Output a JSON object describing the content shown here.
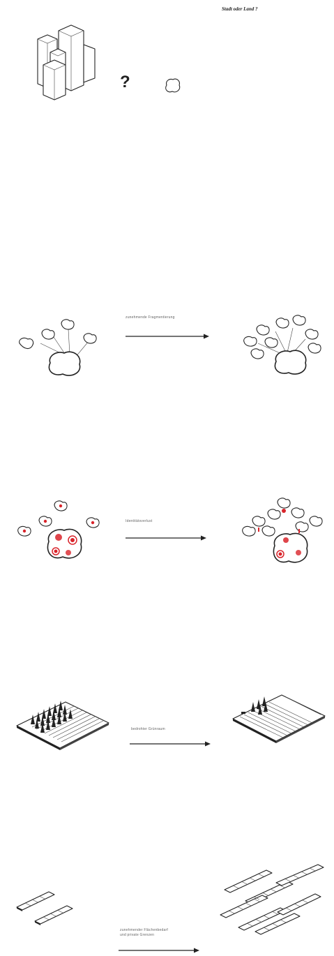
{
  "header": {
    "title": "Stadt oder Land ?"
  },
  "intro": {
    "question": "?"
  },
  "rows": [
    {
      "id": "fragmentierung",
      "label_lines": [
        "zunehmende Fragmentierung"
      ]
    },
    {
      "id": "identitaet",
      "label_lines": [
        "Identitätsverlust"
      ]
    },
    {
      "id": "gruenraum",
      "label_lines": [
        "bedrohter Grünraum"
      ]
    },
    {
      "id": "flaeche",
      "label_lines": [
        "zunehmender Flächenbedarf",
        "und private Grenzen"
      ]
    }
  ],
  "colors": {
    "accent": "#d9242b",
    "ink": "#222222",
    "label": "#666666"
  }
}
